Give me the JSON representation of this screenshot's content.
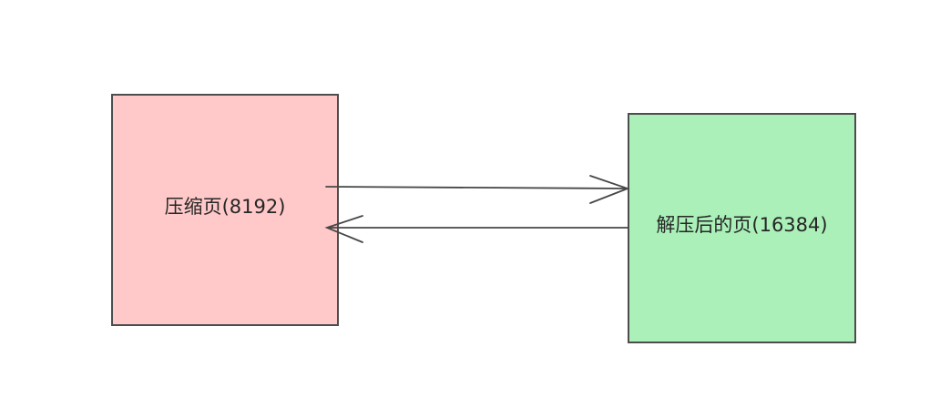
{
  "diagram": {
    "background_color": "#ffffff",
    "stroke_color": "#474747",
    "nodes": {
      "compressed_page": {
        "label": "压缩页(8192)",
        "fill": "#ffc9c9",
        "border": "#4d4d4d"
      },
      "decompressed_page": {
        "label": "解压后的页(16384)",
        "fill": "#aaf0b8",
        "border": "#4d4d4d"
      }
    },
    "arrows": [
      {
        "name": "compress-to-decompress",
        "direction": "left-to-right",
        "head": "open"
      },
      {
        "name": "decompress-to-compress",
        "direction": "right-to-left",
        "head": "open"
      }
    ]
  }
}
